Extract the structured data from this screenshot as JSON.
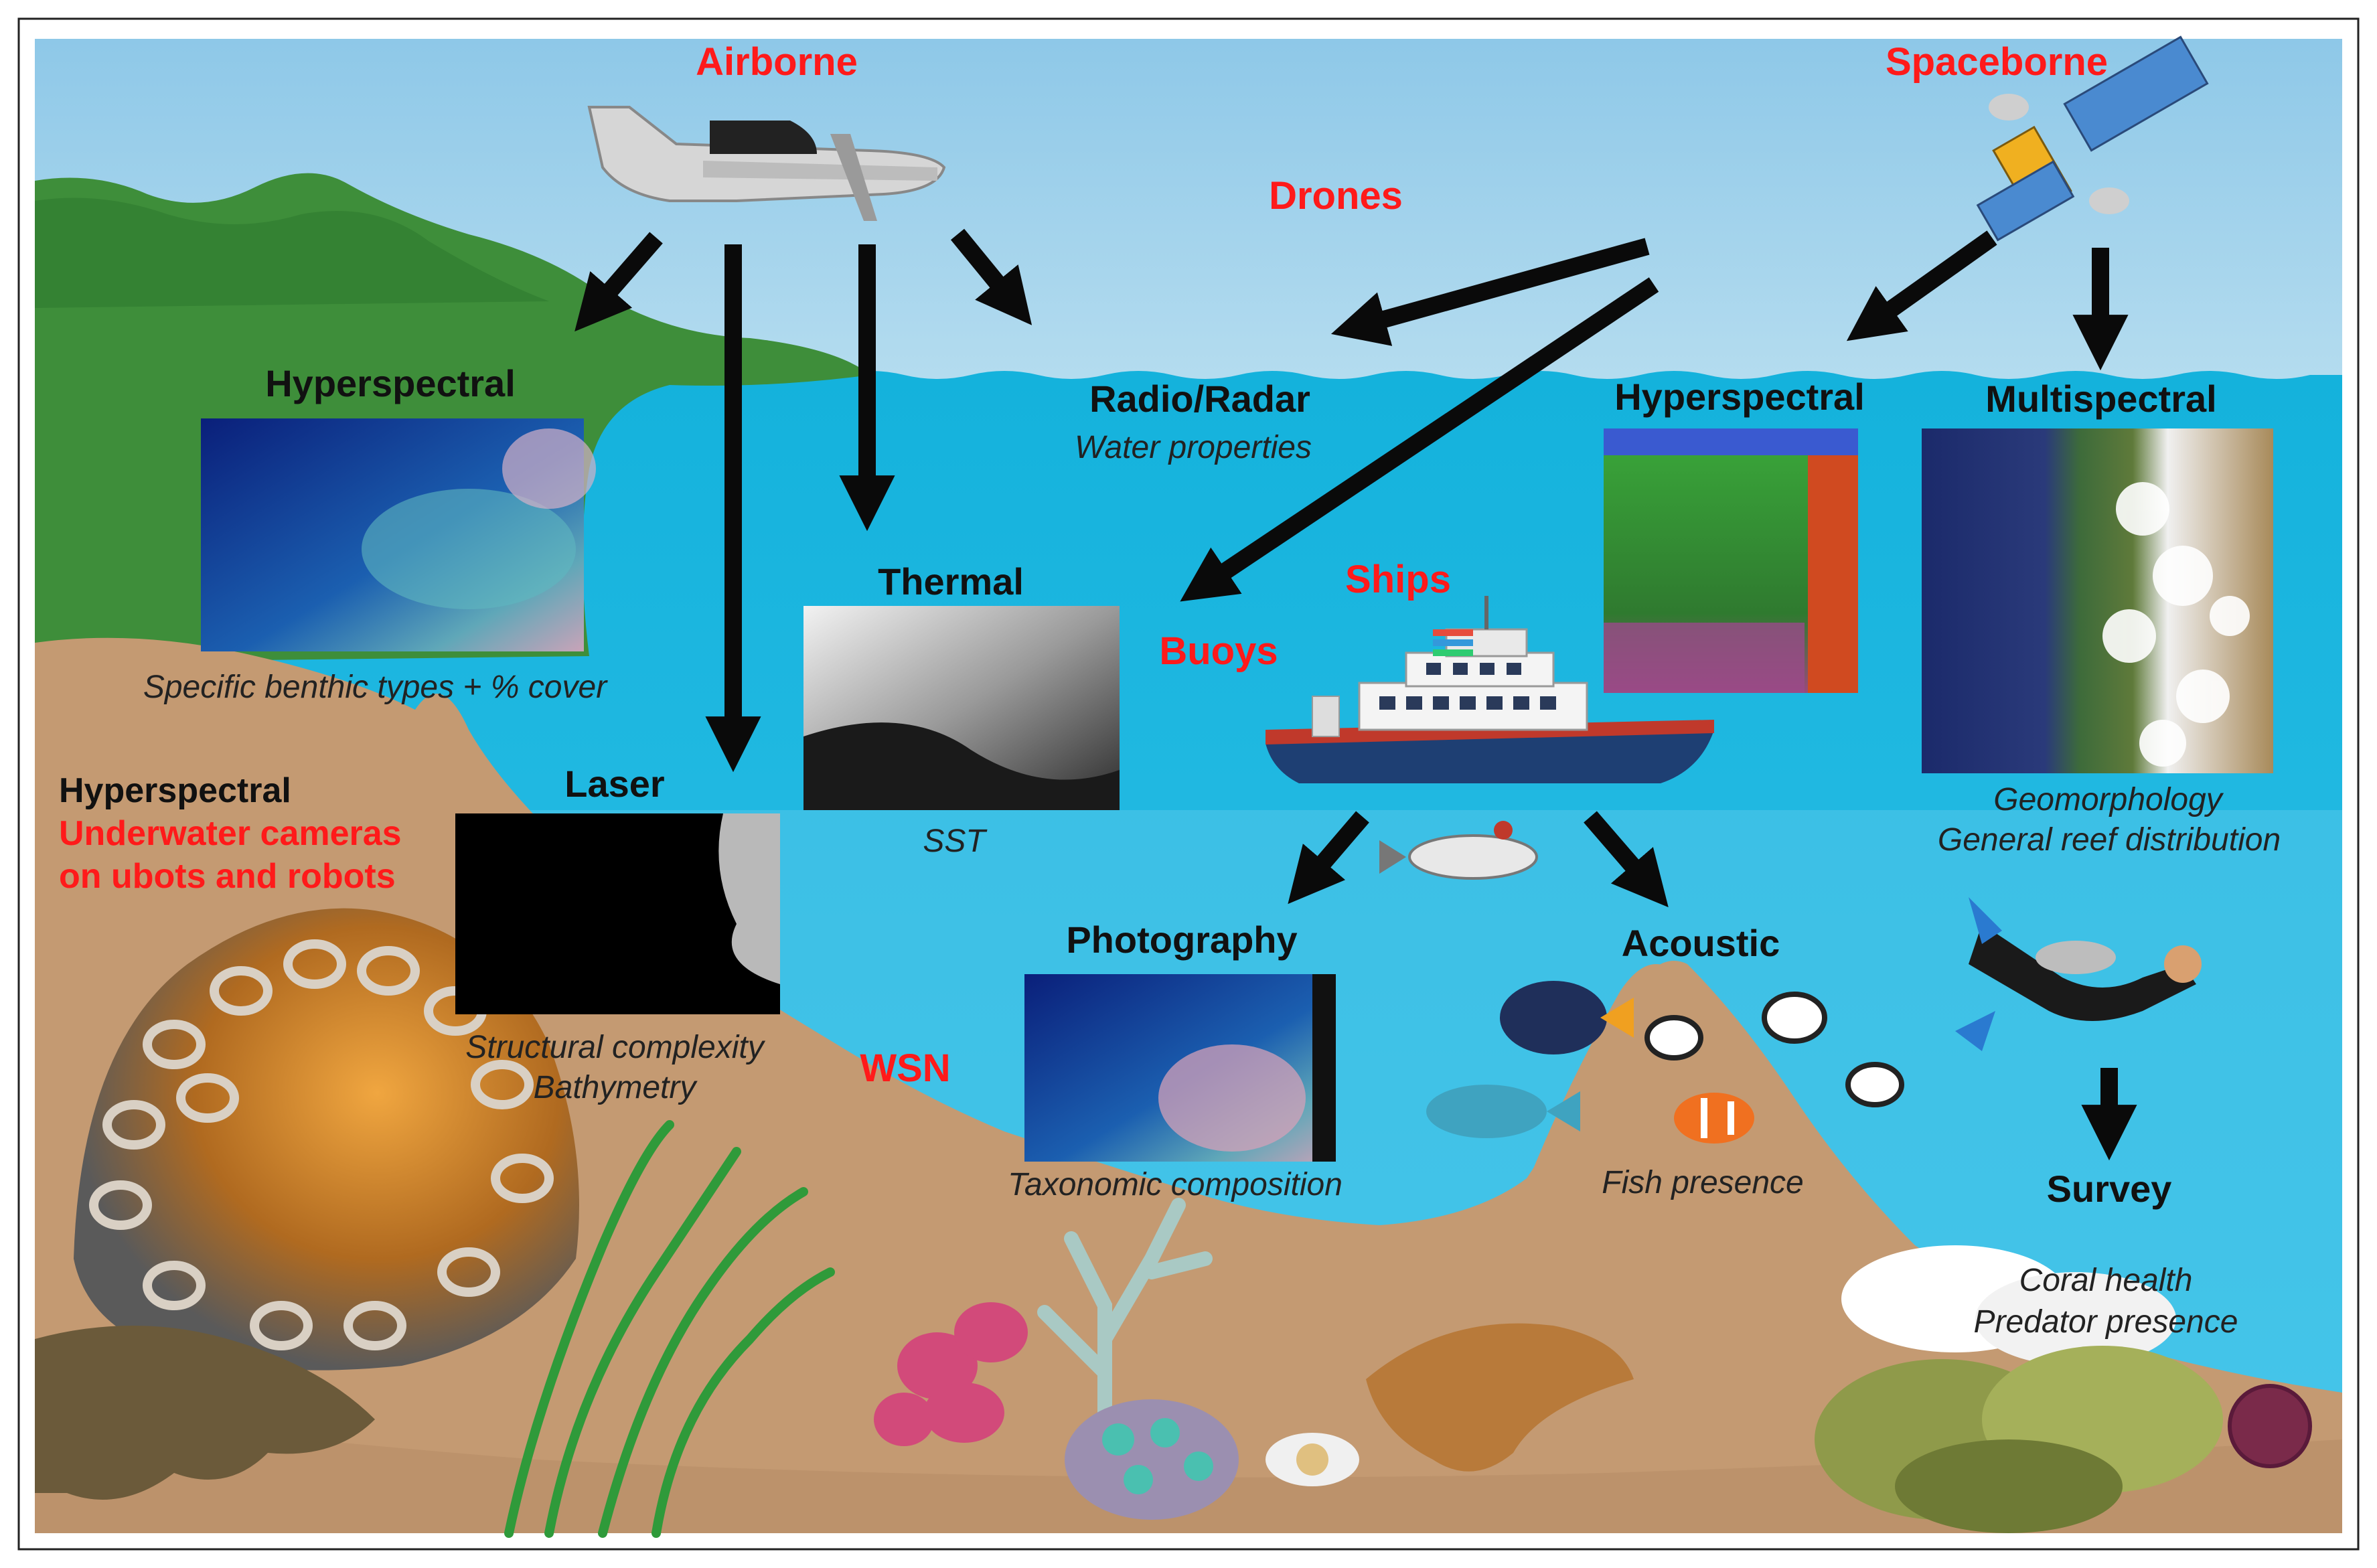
{
  "platforms": {
    "airborne": "Airborne",
    "spaceborne": "Spaceborne",
    "drones": "Drones",
    "ships": "Ships",
    "buoys": "Buoys",
    "wsn": "WSN"
  },
  "sensors": {
    "hyperspectral_air": {
      "title": "Hyperspectral",
      "caption": "Specific benthic types + % cover"
    },
    "radio_radar": {
      "title": "Radio/Radar",
      "caption": "Water properties"
    },
    "hyperspectral_space": {
      "title": "Hyperspectral"
    },
    "multispectral": {
      "title": "Multispectral",
      "caption_line1": "Geomorphology",
      "caption_line2": "General reef distribution"
    },
    "thermal": {
      "title": "Thermal",
      "caption": "SST"
    },
    "laser": {
      "title": "Laser",
      "caption_line1": "Structural complexity",
      "caption_line2": "Bathymetry"
    },
    "photography": {
      "title": "Photography",
      "caption": "Taxonomic composition"
    },
    "acoustic": {
      "title": "Acoustic",
      "caption": "Fish presence"
    },
    "survey": {
      "title": "Survey",
      "caption_line1": "Coral health",
      "caption_line2": "Predator presence"
    }
  },
  "underwater": {
    "line1": "Hyperspectral",
    "line2": "Underwater cameras",
    "line3": "on ubots and robots"
  },
  "colors": {
    "sky": "#9dd0ea",
    "water": "#1fb8e0",
    "deep_water": "#53c7ea",
    "seabed": "#c49a72",
    "land": "#3e8e3a",
    "accent_red": "#ff1a1a",
    "arrow": "#0a0a0a"
  }
}
